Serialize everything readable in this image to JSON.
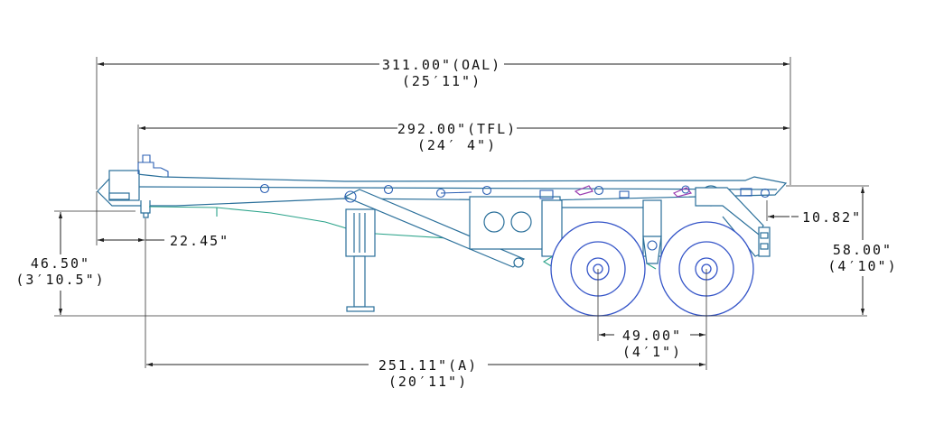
{
  "colors": {
    "frame": "#2a6f9a",
    "frame_secondary": "#2ba38a",
    "wheels": "#3555c8",
    "accent_purple": "#9b3bb0",
    "dimension_lines": "#222222",
    "text": "#111111"
  },
  "dimensions": {
    "oal_value": "311.00\"(OAL)",
    "oal_ft": "(25′11\")",
    "tfl_value": "292.00\"(TFL)",
    "tfl_ft": "(24′ 4\")",
    "front_overhang": "22.45\"",
    "coupler_height_value": "46.50\"",
    "coupler_height_ft": "(3′10.5\")",
    "rear_overhang": "10.82\"",
    "deck_height_value": "58.00\"",
    "deck_height_ft": "(4′10\")",
    "axle_spread_value": "49.00\"",
    "axle_spread_ft": "(4′1\")",
    "kingpin_to_axle_value": "251.11\"(A)",
    "kingpin_to_axle_ft": "(20′11\")"
  }
}
